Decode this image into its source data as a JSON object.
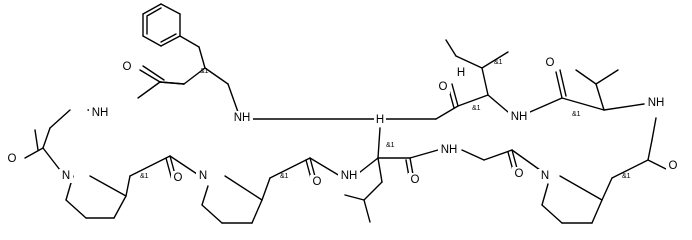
{
  "atom_labels": {
    "oxygen": "O",
    "amide_nh": "NH",
    "amine_n": "N",
    "alpha_h": "H",
    "nh_vertical": "NH",
    "nh_left": "H",
    "nh_left_n": "N"
  },
  "stereo_label": "&1"
}
